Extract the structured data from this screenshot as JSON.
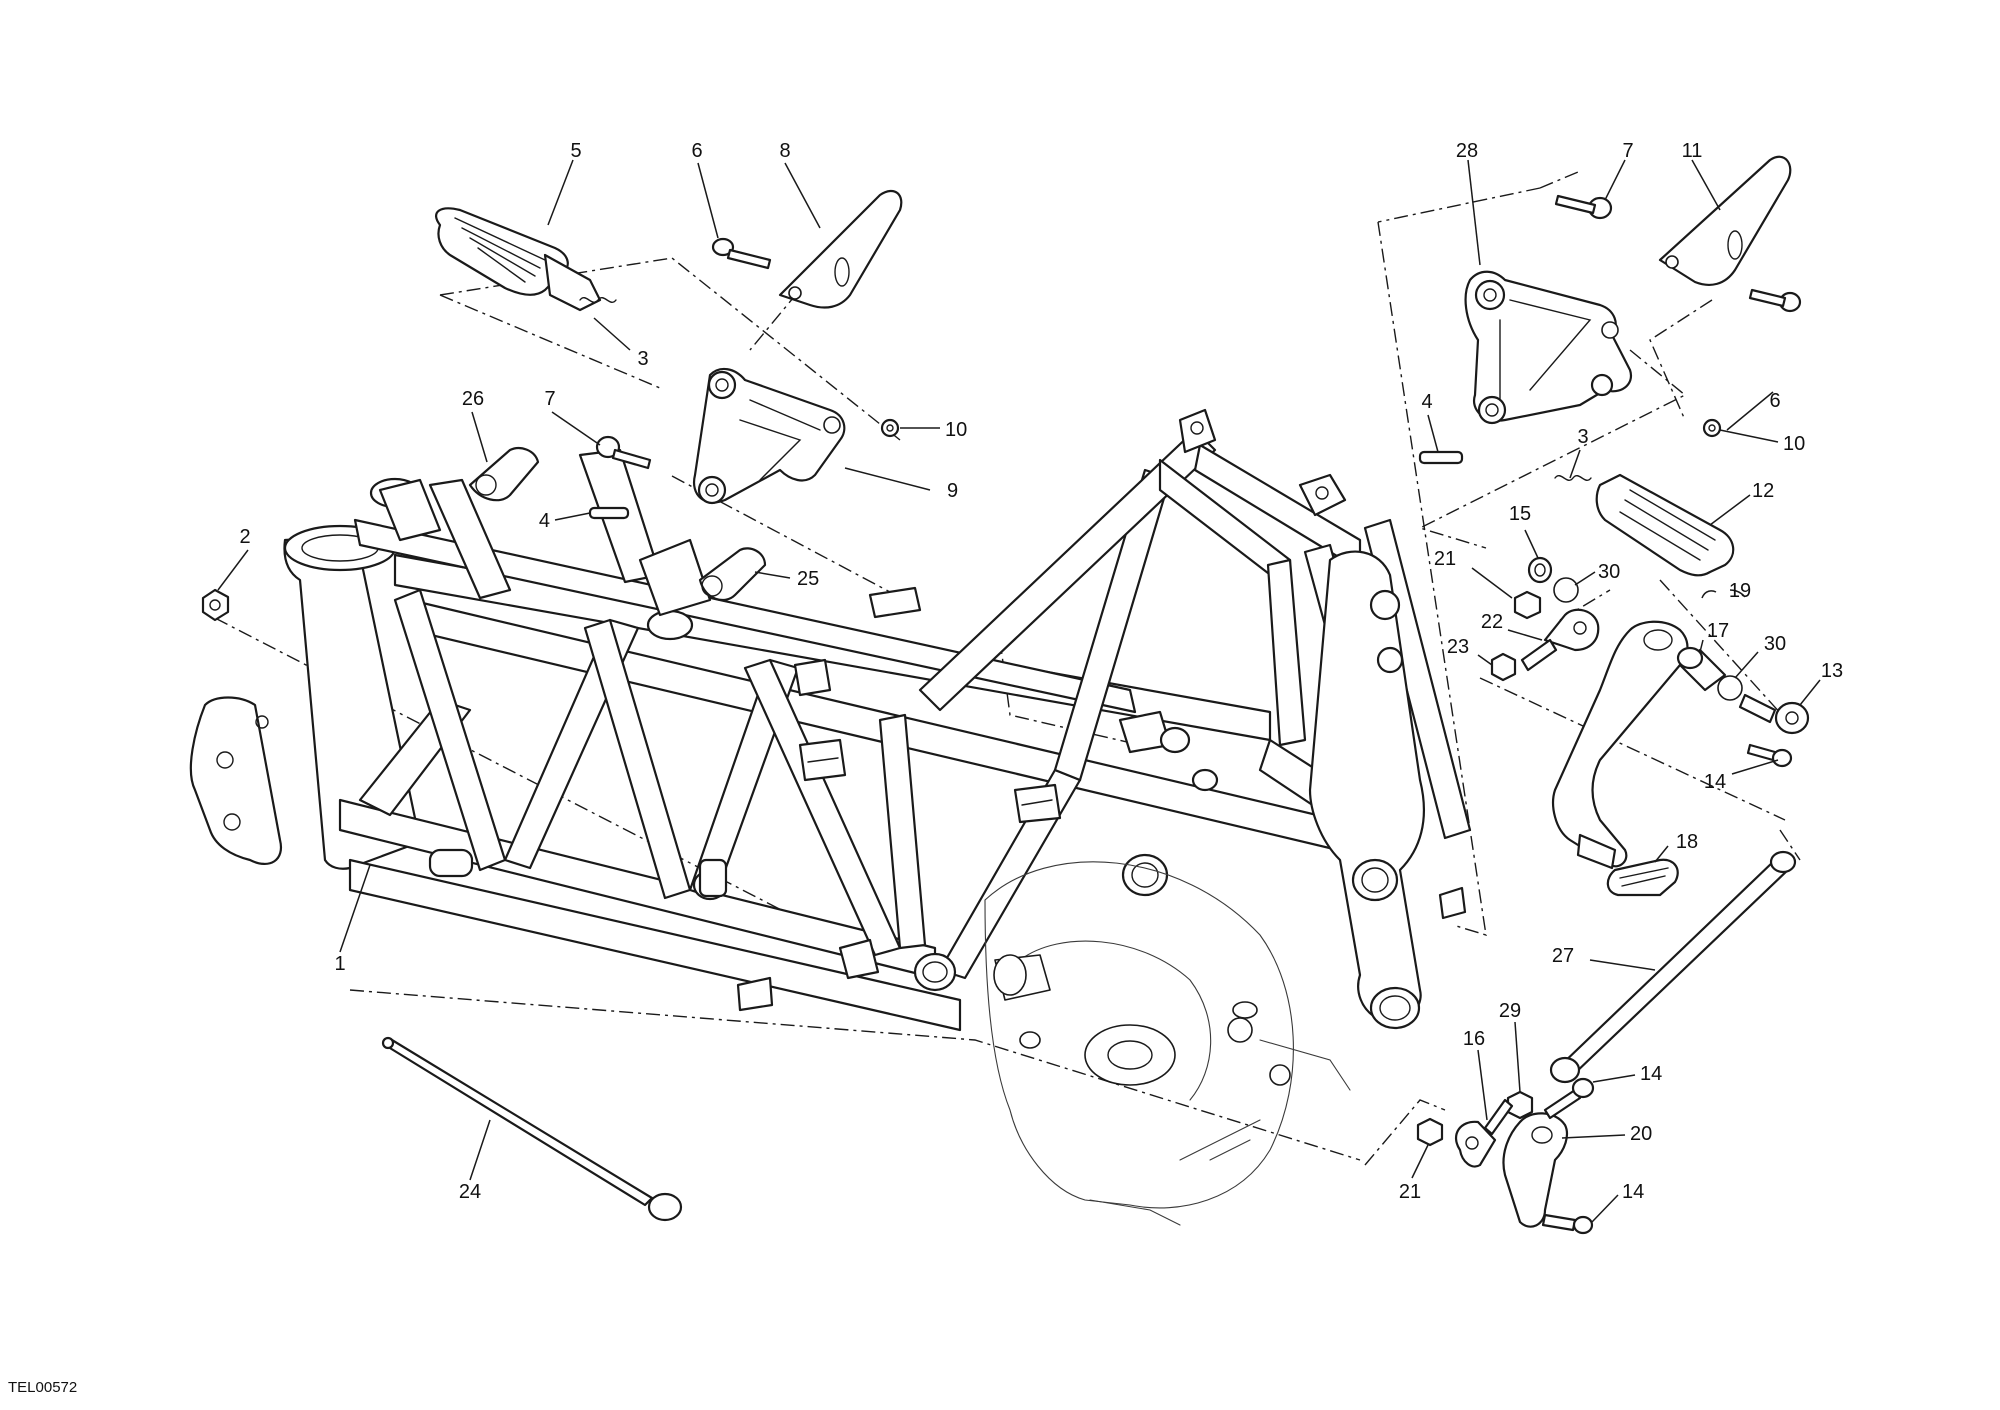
{
  "drawing_code": "TEL00572",
  "callouts": {
    "c1": "1",
    "c2": "2",
    "c3a": "3",
    "c3b": "3",
    "c4a": "4",
    "c4b": "4",
    "c5": "5",
    "c6a": "6",
    "c6b": "6",
    "c7a": "7",
    "c7b": "7",
    "c8": "8",
    "c9": "9",
    "c10a": "10",
    "c10b": "10",
    "c11": "11",
    "c12": "12",
    "c13": "13",
    "c14a": "14",
    "c14b": "14",
    "c14c": "14",
    "c15": "15",
    "c16": "16",
    "c17": "17",
    "c18": "18",
    "c19": "19",
    "c20": "20",
    "c21a": "21",
    "c21b": "21",
    "c22": "22",
    "c23": "23",
    "c24": "24",
    "c25": "25",
    "c26": "26",
    "c27": "27",
    "c28": "28",
    "c29": "29",
    "c30a": "30",
    "c30b": "30"
  },
  "colors": {
    "ink": "#1a1a1a",
    "paper": "#ffffff"
  }
}
